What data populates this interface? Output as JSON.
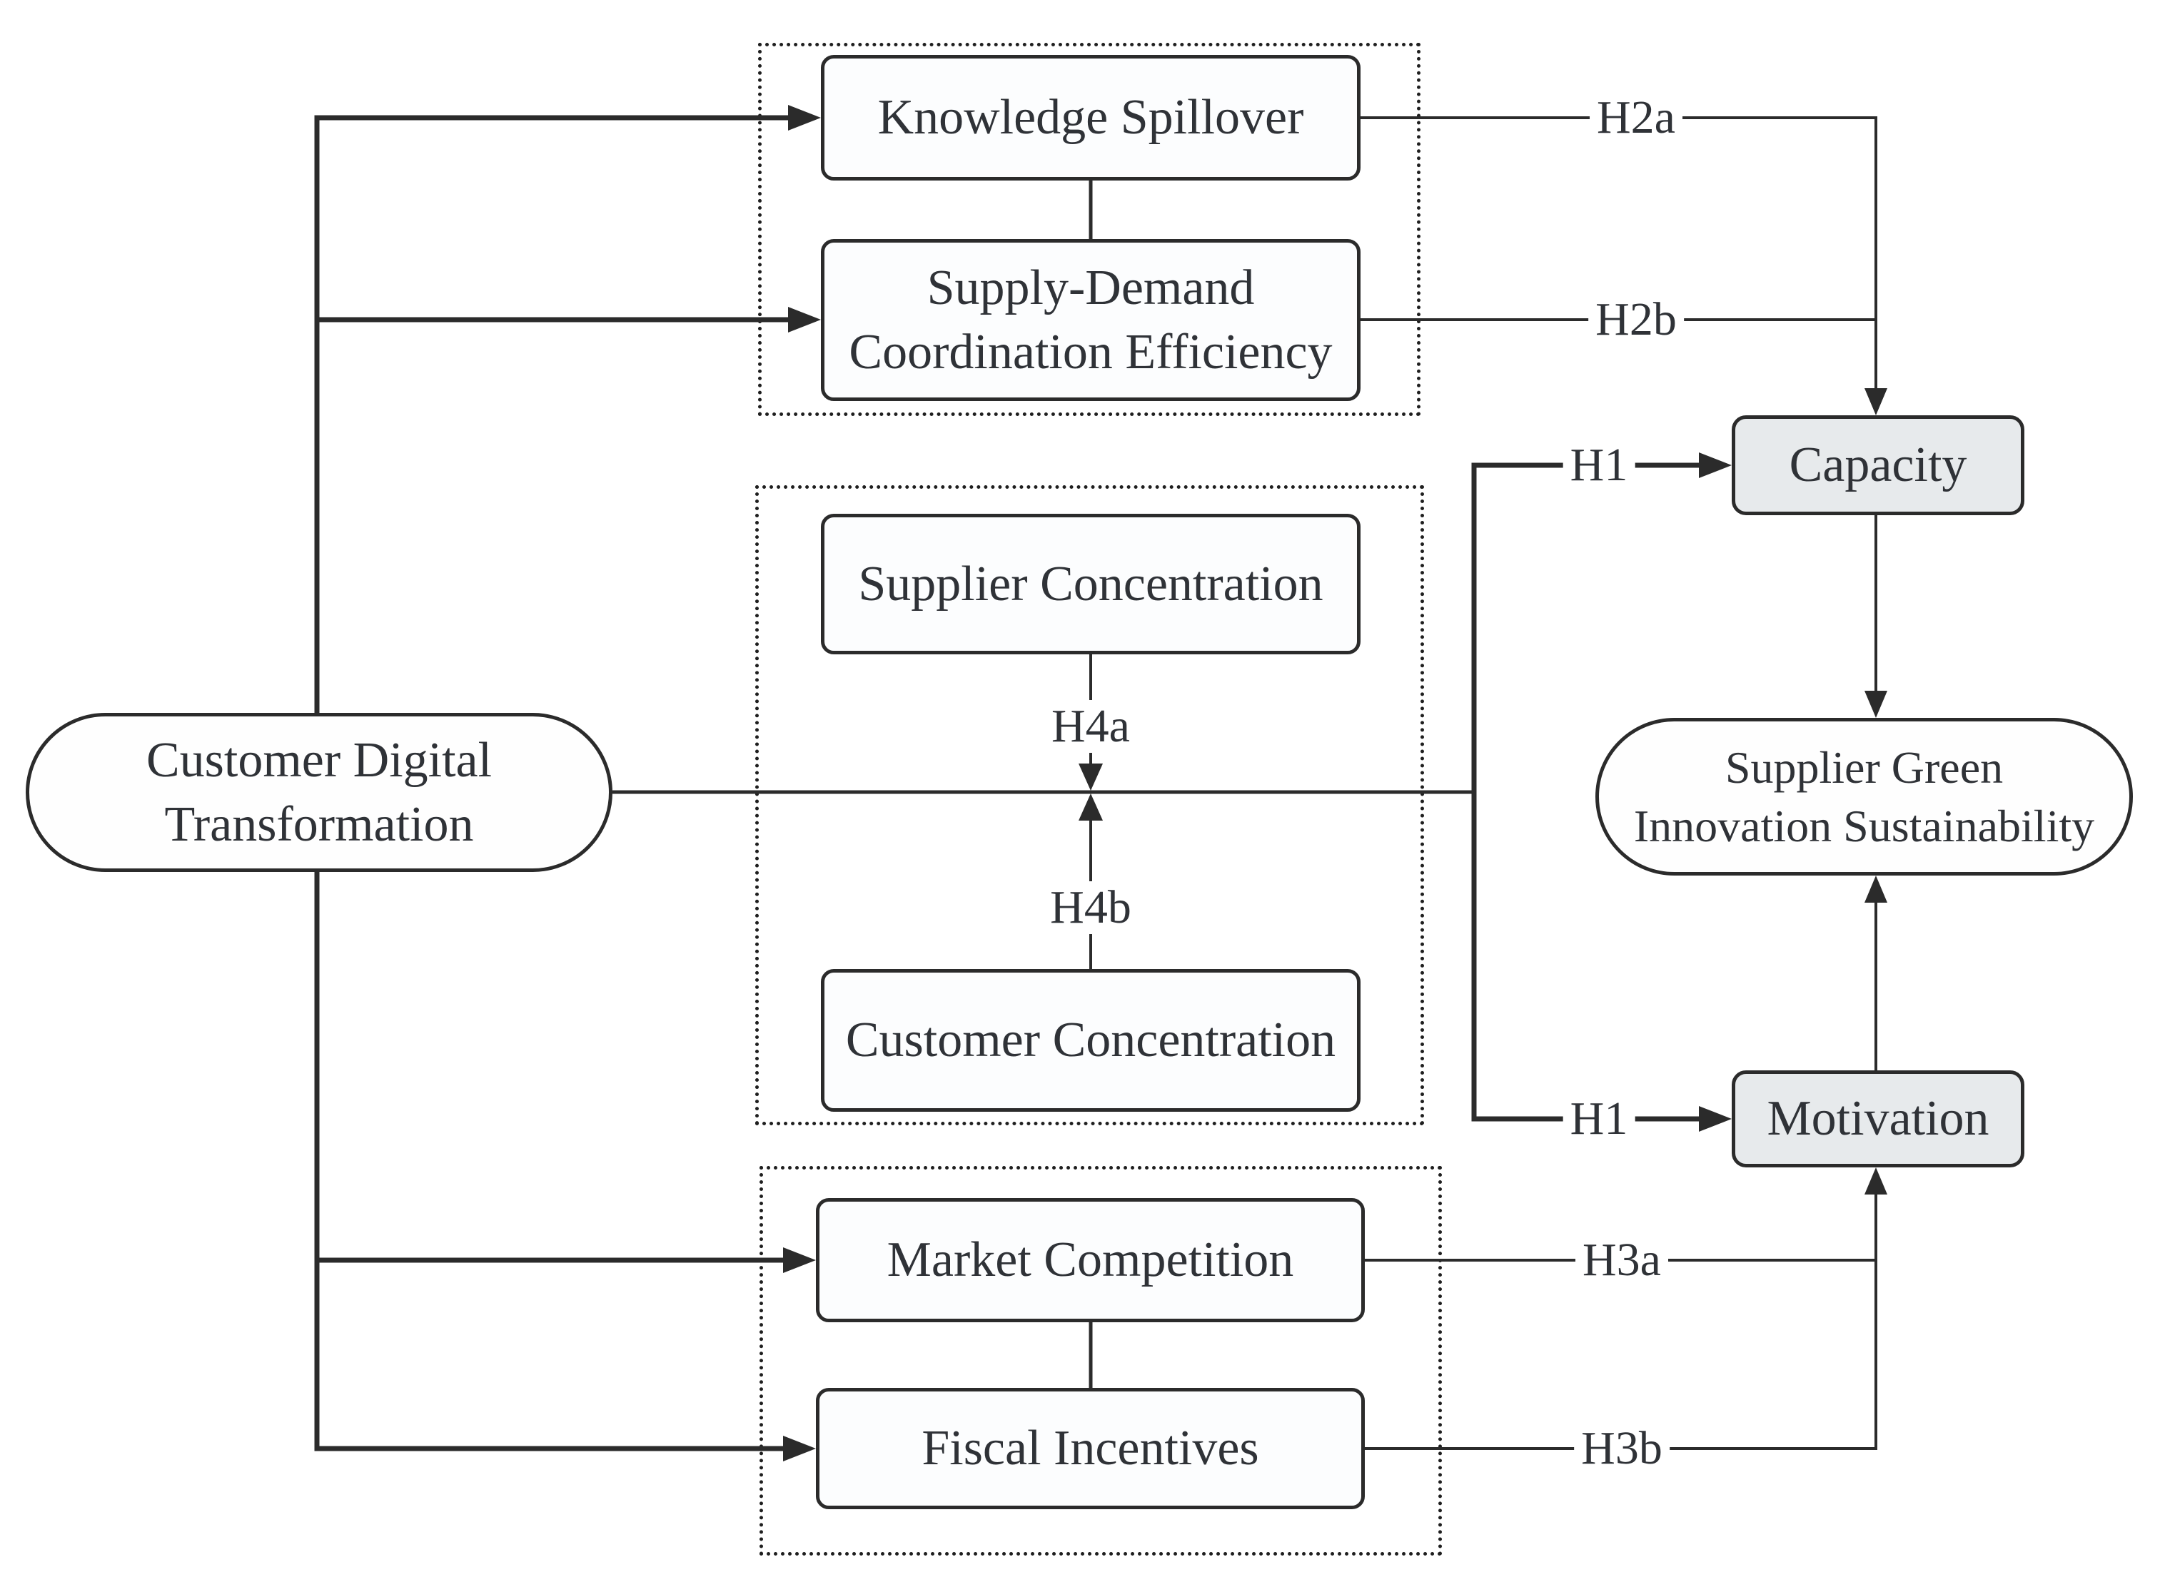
{
  "nodes": {
    "customer_digital_transformation": {
      "label": "Customer Digital\nTransformation"
    },
    "knowledge_spillover": {
      "label": "Knowledge Spillover"
    },
    "supply_demand_coordination_efficiency": {
      "label": "Supply-Demand\nCoordination Efficiency"
    },
    "supplier_concentration": {
      "label": "Supplier Concentration"
    },
    "customer_concentration": {
      "label": "Customer Concentration"
    },
    "market_competition": {
      "label": "Market Competition"
    },
    "fiscal_incentives": {
      "label": "Fiscal Incentives"
    },
    "capacity": {
      "label": "Capacity"
    },
    "motivation": {
      "label": "Motivation"
    },
    "supplier_green_innovation_sustainability": {
      "label": "Supplier Green\nInnovation Sustainability"
    }
  },
  "hypotheses": {
    "h1_capacity": "H1",
    "h1_motivation": "H1",
    "h2a": "H2a",
    "h2b": "H2b",
    "h3a": "H3a",
    "h3b": "H3b",
    "h4a": "H4a",
    "h4b": "H4b"
  },
  "colors": {
    "line": "#2b2b2b",
    "text": "#2f3237",
    "node_fill": "#fcfdfe",
    "mediator_fill": "#e7eaec",
    "background": "#ffffff"
  }
}
